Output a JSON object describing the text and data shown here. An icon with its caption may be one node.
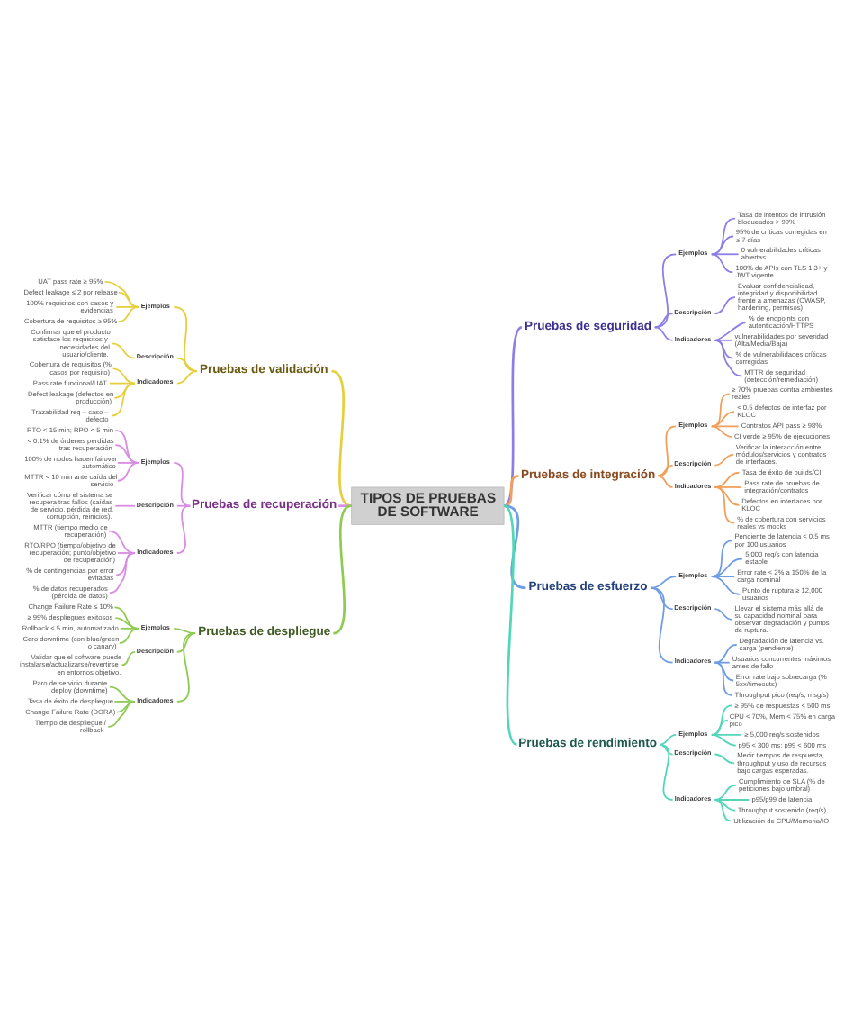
{
  "diagram": {
    "nodes": [
      {
        "text": [
          "TIPOS DE PRUEBAS DE SOFTWARE"
        ]
      },
      {
        "text": [
          "Pruebas de seguridad"
        ]
      },
      {
        "text": [
          "Ejemplos"
        ]
      },
      {
        "text": [
          "Tasa de intentos de intrusión bloqueados > 99%"
        ]
      },
      {
        "text": [
          "95% de críticas corregidas en ≤ 7 días"
        ]
      },
      {
        "text": [
          "0 vulnerabilidades críticas abiertas"
        ]
      },
      {
        "text": [
          "100% de APIs con TLS 1.3+ y JWT vigente"
        ]
      },
      {
        "text": [
          "Descripción"
        ]
      },
      {
        "text": [
          "Evaluar confidencialidad, integridad y disponibilidad frente a amenazas (OWASP, hardening, permisos)"
        ]
      },
      {
        "text": [
          "Indicadores"
        ]
      },
      {
        "text": [
          "% de endpoints con autenticación/HTTPS"
        ]
      },
      {
        "text": [
          "vulnerabilidades por severidad (Alta/Media/Baja)"
        ]
      },
      {
        "text": [
          "% de vulnerabilidades críticas corregidas"
        ]
      },
      {
        "text": [
          "MTTR de seguridad (detección/remediación)"
        ]
      },
      {
        "text": [
          "Pruebas de validación"
        ]
      },
      {
        "text": [
          "Ejemplos"
        ]
      },
      {
        "text": [
          "UAT pass rate ≥ 95%"
        ]
      },
      {
        "text": [
          "Defect leakage ≤ 2 por release"
        ]
      },
      {
        "text": [
          "100% requisitos con casos y evidencias"
        ]
      },
      {
        "text": [
          "Cobertura de requisitos ≥ 95%"
        ]
      },
      {
        "text": [
          "Descripción"
        ]
      },
      {
        "text": [
          "Confirmar que el producto satisface los requisitos y necesidades del usuario/cliente."
        ]
      },
      {
        "text": [
          "Indicadores"
        ]
      },
      {
        "text": [
          "Cobertura de requisitos (% casos por requisito)"
        ]
      },
      {
        "text": [
          "Pass rate funcional/UAT"
        ]
      },
      {
        "text": [
          "Defect leakage (defectos en producción)"
        ]
      },
      {
        "text": [
          "Trazabilidad req – caso – defecto"
        ]
      },
      {
        "text": [
          "Pruebas de integración"
        ]
      },
      {
        "text": [
          "Ejemplos"
        ]
      },
      {
        "text": [
          "≥ 70% pruebas contra ambientes reales"
        ]
      },
      {
        "text": [
          "< 0.5 defectos de interfaz por KLOC"
        ]
      },
      {
        "text": [
          "Contratos API pass ≥ 98%"
        ]
      },
      {
        "text": [
          "CI verde ≥ 95% de ejecuciones"
        ]
      },
      {
        "text": [
          "Descripción"
        ]
      },
      {
        "text": [
          "Verificar la interacción entre módulos/servicios y contratos de interfaces."
        ]
      },
      {
        "text": [
          "Indicadores"
        ]
      },
      {
        "text": [
          "Tasa de éxito de builds/CI"
        ]
      },
      {
        "text": [
          "Pass rate de pruebas de integración/contratos"
        ]
      },
      {
        "text": [
          "Defectos en interfaces por KLOC"
        ]
      },
      {
        "text": [
          "% de cobertura con servicios reales vs mocks"
        ]
      },
      {
        "text": [
          "Pruebas de recuperación"
        ]
      },
      {
        "text": [
          "Ejemplos"
        ]
      },
      {
        "text": [
          "RTO < 15 min; RPO < 5 min"
        ]
      },
      {
        "text": [
          "< 0.1% de órdenes perdidas tras recuperación"
        ]
      },
      {
        "text": [
          "100% de nodos hacen failover automático"
        ]
      },
      {
        "text": [
          "MTTR < 10 min ante caída del servicio"
        ]
      },
      {
        "text": [
          "Descripción"
        ]
      },
      {
        "text": [
          "Verificar cómo el sistema se recupera tras fallos (caídas de servicio, pérdida de red, corrupción, reinicios)."
        ]
      },
      {
        "text": [
          "Indicadores"
        ]
      },
      {
        "text": [
          "MTTR (tiempo medio de recuperación)"
        ]
      },
      {
        "text": [
          "RTO/RPO (tiempo/objetivo de recuperación; punto/objetivo de recuperación)"
        ]
      },
      {
        "text": [
          "% de contingencias por error evitadas"
        ]
      },
      {
        "text": [
          "% de datos recuperados (pérdida de datos)"
        ]
      },
      {
        "text": [
          "Pruebas de esfuerzo"
        ]
      },
      {
        "text": [
          "Ejemplos"
        ]
      },
      {
        "text": [
          "Pendiente de latencia < 0.5 ms por 100 usuarios"
        ]
      },
      {
        "text": [
          "5,000 req/s con latencia estable"
        ]
      },
      {
        "text": [
          "Error rate < 2% a 150% de la carga nominal"
        ]
      },
      {
        "text": [
          "Punto de ruptura ≥ 12,000 usuarios"
        ]
      },
      {
        "text": [
          "Descripción"
        ]
      },
      {
        "text": [
          "Llevar el sistema más allá de su capacidad nominal para observar degradación y puntos de ruptura."
        ]
      },
      {
        "text": [
          "Indicadores"
        ]
      },
      {
        "text": [
          "Degradación de latencia vs. carga (pendiente)"
        ]
      },
      {
        "text": [
          "Usuarios concurrentes máximos antes de fallo"
        ]
      },
      {
        "text": [
          "Error rate bajo sobrecarga (% 5xx/timeouts)"
        ]
      },
      {
        "text": [
          "Throughput pico (req/s, msg/s)"
        ]
      },
      {
        "text": [
          "Pruebas de despliegue"
        ]
      },
      {
        "text": [
          "Ejemplos"
        ]
      },
      {
        "text": [
          "Change Failure Rate ≤ 10%"
        ]
      },
      {
        "text": [
          "≥ 99% despliegues exitosos"
        ]
      },
      {
        "text": [
          "Rollback < 5 min, automatizado"
        ]
      },
      {
        "text": [
          "Cero downtime (con blue/green o canary)"
        ]
      },
      {
        "text": [
          "Descripción"
        ]
      },
      {
        "text": [
          "Validar que el software puede instalarse/actualizarse/revertirse en entornos objetivo."
        ]
      },
      {
        "text": [
          "Indicadores"
        ]
      },
      {
        "text": [
          "Paro de servicio durante deploy (downtime)"
        ]
      },
      {
        "text": [
          "Tasa de éxito de despliegue"
        ]
      },
      {
        "text": [
          "Change Failure Rate (DORA)"
        ]
      },
      {
        "text": [
          "Tiempo de despliegue / rollback"
        ]
      },
      {
        "text": [
          "Pruebas de rendimiento"
        ]
      },
      {
        "text": [
          "Ejemplos"
        ]
      },
      {
        "text": [
          "≥ 95% de respuestas < 500 ms"
        ]
      },
      {
        "text": [
          "CPU < 70%, Mem < 75% en carga pico"
        ]
      },
      {
        "text": [
          "≥ 5,000 req/s sostenidos"
        ]
      },
      {
        "text": [
          "p95 < 300 ms; p99 < 600 ms"
        ]
      },
      {
        "text": [
          "Descripción"
        ]
      },
      {
        "text": [
          "Medir tiempos de respuesta, throughput y uso de recursos bajo cargas esperadas."
        ]
      },
      {
        "text": [
          "Indicadores"
        ]
      },
      {
        "text": [
          "Cumplimiento de SLA (% de peticiones bajo umbral)"
        ]
      },
      {
        "text": [
          "p95/p99 de latencia"
        ]
      },
      {
        "text": [
          "Throughput sostenido (req/s)"
        ]
      },
      {
        "text": [
          "Utilización de CPU/Memoria/IO"
        ]
      }
    ],
    "edges": [
      {
        "from": 0,
        "to": 1,
        "arrow": "none",
        "color": "#8c7ee6"
      },
      {
        "from": 1,
        "to": 2,
        "arrow": "none",
        "color": "#8c7ee6"
      },
      {
        "from": 2,
        "to": 3,
        "arrow": "none",
        "color": "#8c7ee6"
      },
      {
        "from": 2,
        "to": 4,
        "arrow": "none",
        "color": "#8c7ee6"
      },
      {
        "from": 2,
        "to": 5,
        "arrow": "none",
        "color": "#8c7ee6"
      },
      {
        "from": 2,
        "to": 6,
        "arrow": "none",
        "color": "#8c7ee6"
      },
      {
        "from": 1,
        "to": 7,
        "arrow": "none",
        "color": "#8c7ee6"
      },
      {
        "from": 7,
        "to": 8,
        "arrow": "none",
        "color": "#8c7ee6"
      },
      {
        "from": 1,
        "to": 9,
        "arrow": "none",
        "color": "#8c7ee6"
      },
      {
        "from": 9,
        "to": 10,
        "arrow": "none",
        "color": "#8c7ee6"
      },
      {
        "from": 9,
        "to": 11,
        "arrow": "none",
        "color": "#8c7ee6"
      },
      {
        "from": 9,
        "to": 12,
        "arrow": "none",
        "color": "#8c7ee6"
      },
      {
        "from": 9,
        "to": 13,
        "arrow": "none",
        "color": "#8c7ee6"
      },
      {
        "from": 14,
        "to": 0,
        "arrow": "none",
        "color": "#e6cf3c"
      },
      {
        "from": 15,
        "to": 14,
        "arrow": "none",
        "color": "#e6cf3c"
      },
      {
        "from": 16,
        "to": 15,
        "arrow": "none",
        "color": "#e6cf3c"
      },
      {
        "from": 17,
        "to": 15,
        "arrow": "none",
        "color": "#e6cf3c"
      },
      {
        "from": 18,
        "to": 15,
        "arrow": "none",
        "color": "#e6cf3c"
      },
      {
        "from": 19,
        "to": 15,
        "arrow": "none",
        "color": "#e6cf3c"
      },
      {
        "from": 20,
        "to": 14,
        "arrow": "none",
        "color": "#e6cf3c"
      },
      {
        "from": 21,
        "to": 20,
        "arrow": "none",
        "color": "#e6cf3c"
      },
      {
        "from": 22,
        "to": 14,
        "arrow": "none",
        "color": "#e6cf3c"
      },
      {
        "from": 23,
        "to": 22,
        "arrow": "none",
        "color": "#e6cf3c"
      },
      {
        "from": 24,
        "to": 22,
        "arrow": "none",
        "color": "#e6cf3c"
      },
      {
        "from": 25,
        "to": 22,
        "arrow": "none",
        "color": "#e6cf3c"
      },
      {
        "from": 26,
        "to": 22,
        "arrow": "none",
        "color": "#e6cf3c"
      },
      {
        "from": 0,
        "to": 27,
        "arrow": "none",
        "color": "#f0a05a"
      },
      {
        "from": 27,
        "to": 28,
        "arrow": "none",
        "color": "#f0a05a"
      },
      {
        "from": 28,
        "to": 29,
        "arrow": "none",
        "color": "#f0a05a"
      },
      {
        "from": 28,
        "to": 30,
        "arrow": "none",
        "color": "#f0a05a"
      },
      {
        "from": 28,
        "to": 31,
        "arrow": "none",
        "color": "#f0a05a"
      },
      {
        "from": 28,
        "to": 32,
        "arrow": "none",
        "color": "#f0a05a"
      },
      {
        "from": 27,
        "to": 33,
        "arrow": "none",
        "color": "#f0a05a"
      },
      {
        "from": 33,
        "to": 34,
        "arrow": "none",
        "color": "#f0a05a"
      },
      {
        "from": 27,
        "to": 35,
        "arrow": "none",
        "color": "#f0a05a"
      },
      {
        "from": 35,
        "to": 36,
        "arrow": "none",
        "color": "#f0a05a"
      },
      {
        "from": 35,
        "to": 37,
        "arrow": "none",
        "color": "#f0a05a"
      },
      {
        "from": 35,
        "to": 38,
        "arrow": "none",
        "color": "#f0a05a"
      },
      {
        "from": 35,
        "to": 39,
        "arrow": "none",
        "color": "#f0a05a"
      },
      {
        "from": 40,
        "to": 0,
        "arrow": "none",
        "color": "#d98ce4"
      },
      {
        "from": 41,
        "to": 40,
        "arrow": "none",
        "color": "#d98ce4"
      },
      {
        "from": 42,
        "to": 41,
        "arrow": "none",
        "color": "#d98ce4"
      },
      {
        "from": 43,
        "to": 41,
        "arrow": "none",
        "color": "#d98ce4"
      },
      {
        "from": 44,
        "to": 41,
        "arrow": "none",
        "color": "#d98ce4"
      },
      {
        "from": 45,
        "to": 41,
        "arrow": "none",
        "color": "#d98ce4"
      },
      {
        "from": 46,
        "to": 40,
        "arrow": "none",
        "color": "#d98ce4"
      },
      {
        "from": 47,
        "to": 46,
        "arrow": "none",
        "color": "#d98ce4"
      },
      {
        "from": 48,
        "to": 40,
        "arrow": "none",
        "color": "#d98ce4"
      },
      {
        "from": 49,
        "to": 48,
        "arrow": "none",
        "color": "#d98ce4"
      },
      {
        "from": 50,
        "to": 48,
        "arrow": "none",
        "color": "#d98ce4"
      },
      {
        "from": 51,
        "to": 48,
        "arrow": "none",
        "color": "#d98ce4"
      },
      {
        "from": 52,
        "to": 48,
        "arrow": "none",
        "color": "#d98ce4"
      },
      {
        "from": 0,
        "to": 53,
        "arrow": "none",
        "color": "#6f9de3"
      },
      {
        "from": 53,
        "to": 54,
        "arrow": "none",
        "color": "#6f9de3"
      },
      {
        "from": 54,
        "to": 55,
        "arrow": "none",
        "color": "#6f9de3"
      },
      {
        "from": 54,
        "to": 56,
        "arrow": "none",
        "color": "#6f9de3"
      },
      {
        "from": 54,
        "to": 57,
        "arrow": "none",
        "color": "#6f9de3"
      },
      {
        "from": 54,
        "to": 58,
        "arrow": "none",
        "color": "#6f9de3"
      },
      {
        "from": 53,
        "to": 59,
        "arrow": "none",
        "color": "#6f9de3"
      },
      {
        "from": 59,
        "to": 60,
        "arrow": "none",
        "color": "#6f9de3"
      },
      {
        "from": 53,
        "to": 61,
        "arrow": "none",
        "color": "#6f9de3"
      },
      {
        "from": 61,
        "to": 62,
        "arrow": "none",
        "color": "#6f9de3"
      },
      {
        "from": 61,
        "to": 63,
        "arrow": "none",
        "color": "#6f9de3"
      },
      {
        "from": 61,
        "to": 64,
        "arrow": "none",
        "color": "#6f9de3"
      },
      {
        "from": 61,
        "to": 65,
        "arrow": "none",
        "color": "#6f9de3"
      },
      {
        "from": 66,
        "to": 0,
        "arrow": "none",
        "color": "#8fcb52"
      },
      {
        "from": 67,
        "to": 66,
        "arrow": "none",
        "color": "#8fcb52"
      },
      {
        "from": 68,
        "to": 67,
        "arrow": "none",
        "color": "#8fcb52"
      },
      {
        "from": 69,
        "to": 67,
        "arrow": "none",
        "color": "#8fcb52"
      },
      {
        "from": 70,
        "to": 67,
        "arrow": "none",
        "color": "#8fcb52"
      },
      {
        "from": 71,
        "to": 67,
        "arrow": "none",
        "color": "#8fcb52"
      },
      {
        "from": 72,
        "to": 66,
        "arrow": "none",
        "color": "#8fcb52"
      },
      {
        "from": 73,
        "to": 72,
        "arrow": "none",
        "color": "#8fcb52"
      },
      {
        "from": 74,
        "to": 66,
        "arrow": "none",
        "color": "#8fcb52"
      },
      {
        "from": 75,
        "to": 74,
        "arrow": "none",
        "color": "#8fcb52"
      },
      {
        "from": 76,
        "to": 74,
        "arrow": "none",
        "color": "#8fcb52"
      },
      {
        "from": 77,
        "to": 74,
        "arrow": "none",
        "color": "#8fcb52"
      },
      {
        "from": 78,
        "to": 74,
        "arrow": "none",
        "color": "#8fcb52"
      },
      {
        "from": 0,
        "to": 79,
        "arrow": "none",
        "color": "#52d6b8"
      },
      {
        "from": 79,
        "to": 80,
        "arrow": "none",
        "color": "#52d6b8"
      },
      {
        "from": 80,
        "to": 81,
        "arrow": "none",
        "color": "#52d6b8"
      },
      {
        "from": 80,
        "to": 82,
        "arrow": "none",
        "color": "#52d6b8"
      },
      {
        "from": 80,
        "to": 83,
        "arrow": "none",
        "color": "#52d6b8"
      },
      {
        "from": 80,
        "to": 84,
        "arrow": "none",
        "color": "#52d6b8"
      },
      {
        "from": 79,
        "to": 85,
        "arrow": "none",
        "color": "#52d6b8"
      },
      {
        "from": 85,
        "to": 86,
        "arrow": "none",
        "color": "#52d6b8"
      },
      {
        "from": 79,
        "to": 87,
        "arrow": "none",
        "color": "#52d6b8"
      },
      {
        "from": 87,
        "to": 88,
        "arrow": "none",
        "color": "#52d6b8"
      },
      {
        "from": 87,
        "to": 89,
        "arrow": "none",
        "color": "#52d6b8"
      },
      {
        "from": 87,
        "to": 90,
        "arrow": "none",
        "color": "#52d6b8"
      },
      {
        "from": 87,
        "to": 91,
        "arrow": "none",
        "color": "#52d6b8"
      }
    ]
  }
}
